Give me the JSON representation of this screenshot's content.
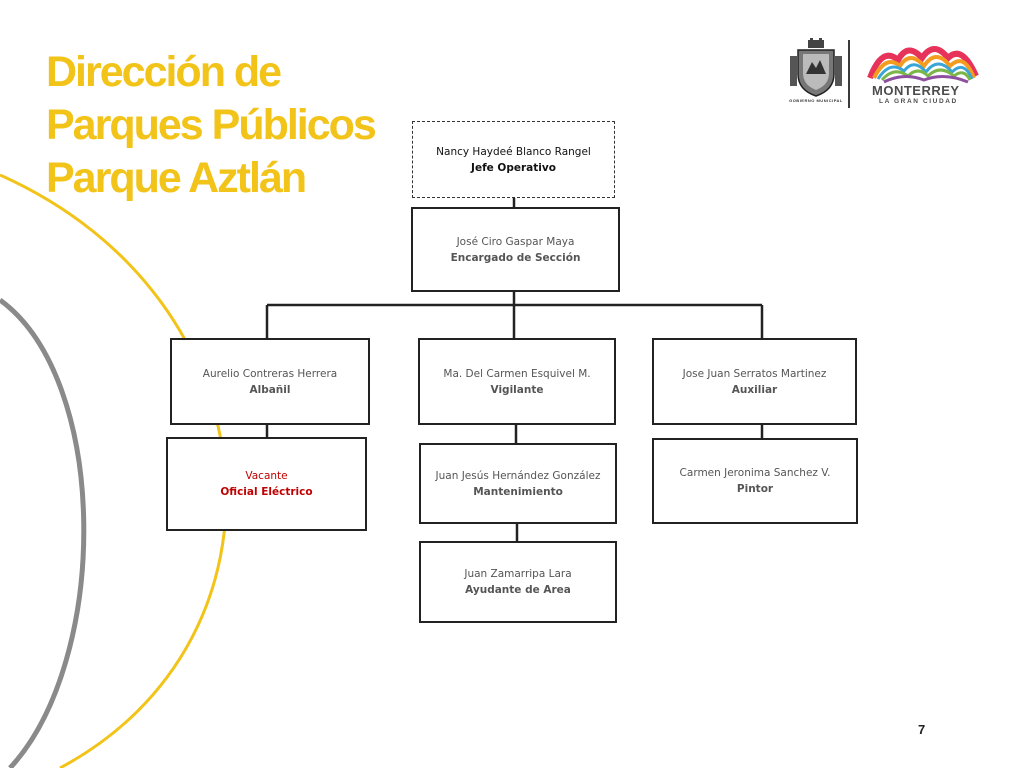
{
  "title": {
    "line1": "Dirección de",
    "line2": "Parques Públicos",
    "line3": "Parque Aztlán"
  },
  "logo": {
    "crest_label": "GOBIERNO MUNICIPAL",
    "brand_name": "MONTERREY",
    "brand_tagline": "LA GRAN CIUDAD"
  },
  "org": {
    "jefe": {
      "name": "Nancy Haydeé Blanco Rangel",
      "role": "Jefe Operativo"
    },
    "encargado": {
      "name": "José Ciro Gaspar Maya",
      "role": "Encargado de Sección"
    },
    "albanil": {
      "name": "Aurelio Contreras Herrera",
      "role": "Albañil"
    },
    "vigilante": {
      "name": "Ma. Del Carmen Esquivel M.",
      "role": "Vigilante"
    },
    "auxiliar": {
      "name": "Jose Juan Serratos Martinez",
      "role": "Auxiliar"
    },
    "electrico": {
      "name": "Vacante",
      "role": "Oficial Eléctrico"
    },
    "mantenimiento": {
      "name": "Juan Jesús Hernández González",
      "role": "Mantenimiento"
    },
    "pintor": {
      "name": "Carmen Jeronima Sanchez V.",
      "role": "Pintor"
    },
    "ayudante": {
      "name": "Juan Zamarripa Lara",
      "role": "Ayudante de Area"
    }
  },
  "colors": {
    "title": "#F2C318",
    "vacant": "#c00000",
    "arc_yellow": "#F2C318",
    "arc_gray": "#8a8a8a"
  },
  "page_number": "7"
}
